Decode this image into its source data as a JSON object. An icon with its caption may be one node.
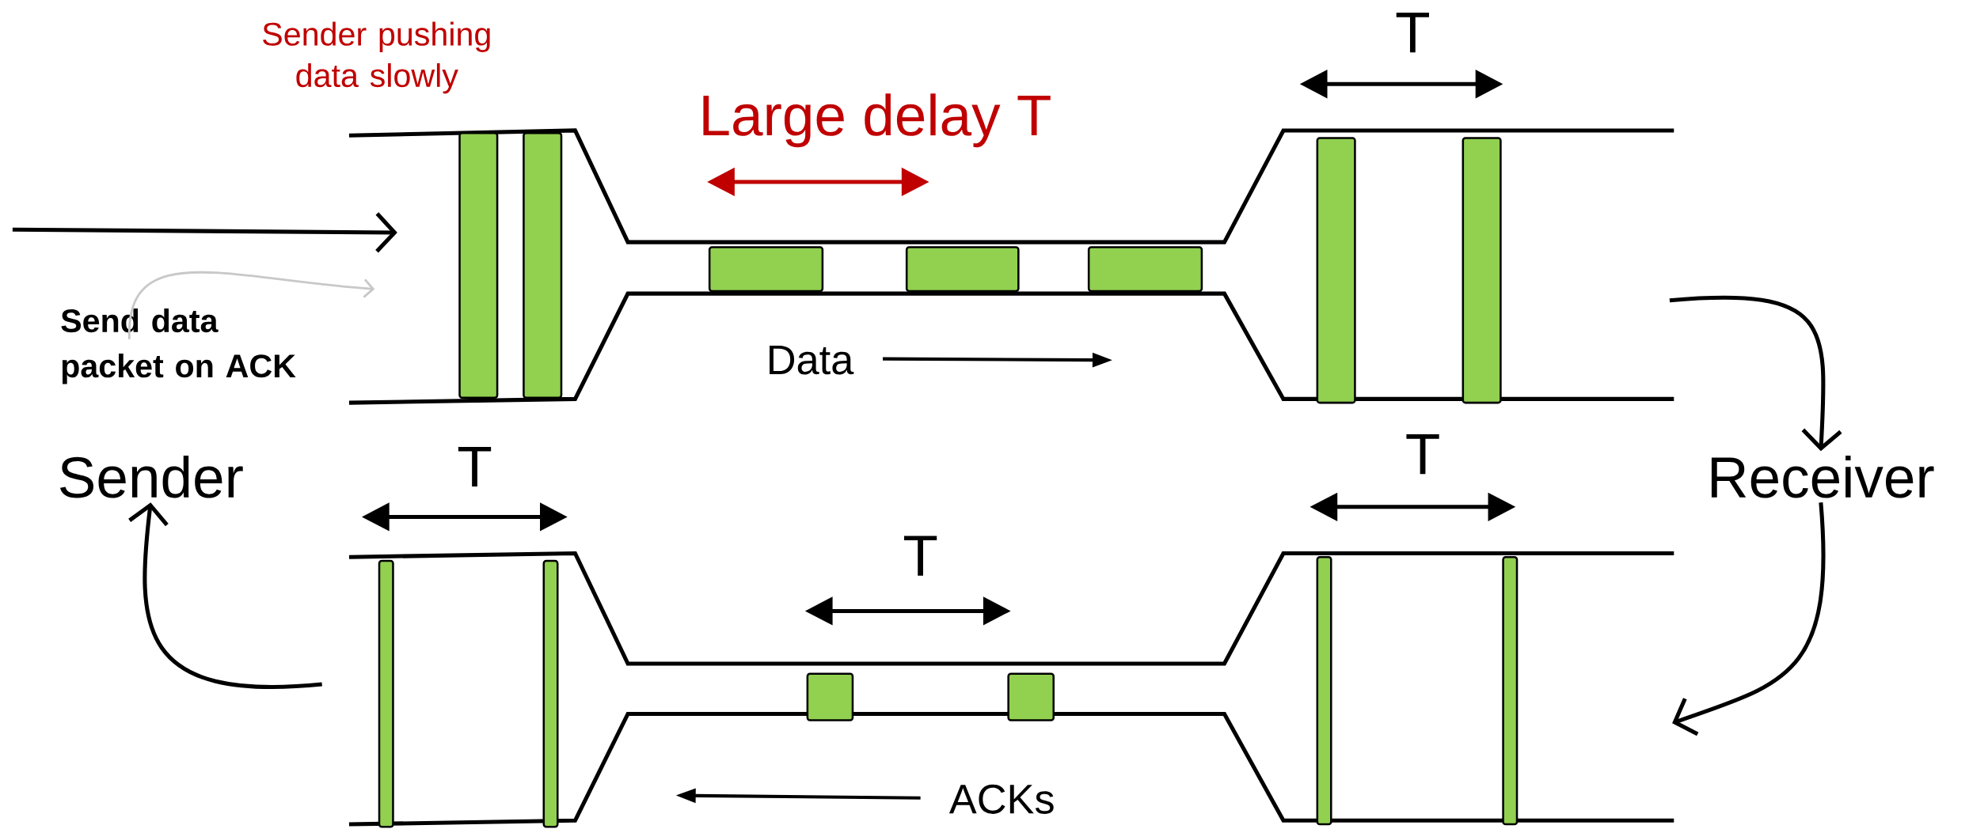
{
  "diagram": {
    "nodes": [
      {
        "text": [
          "Sender"
        ]
      },
      {
        "text": [
          "Receiver"
        ]
      },
      {
        "text": [
          "Send data packet on ACK"
        ]
      },
      {
        "text": [],
        "shape": "pipe"
      },
      {
        "text": [],
        "shape": "pipe"
      }
    ],
    "edges": [
      {
        "from": null,
        "to": 3,
        "arrow": "to"
      },
      {
        "from": 2,
        "to": 3,
        "arrow": "to",
        "color": "#c8c8c8"
      },
      {
        "from": 3,
        "to": 1,
        "arrow": "to"
      },
      {
        "from": 1,
        "to": 4,
        "arrow": "to"
      },
      {
        "from": 4,
        "to": 0,
        "arrow": "to"
      }
    ],
    "labels": [
      "Sender pushing data slowly",
      "Large delay T",
      "T",
      "Data",
      "T",
      "T",
      "T",
      "ACKs"
    ]
  }
}
